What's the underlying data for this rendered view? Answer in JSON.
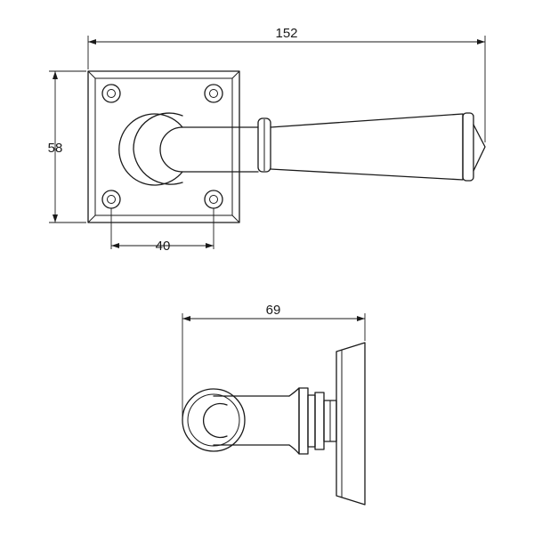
{
  "drawing": {
    "dimensions": {
      "overall_length": "152",
      "rose_height": "58",
      "hole_spacing": "40",
      "side_projection": "69"
    }
  }
}
